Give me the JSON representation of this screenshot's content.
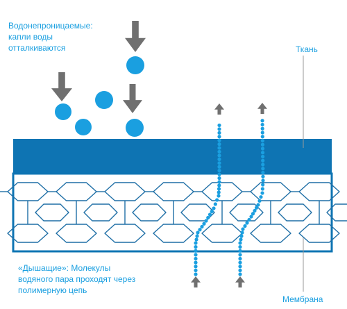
{
  "labels": {
    "waterproof": "Водонепроницаемые:\nкапли воды\nотталкиваются",
    "fabric": "Ткань",
    "breathable": "«Дышащие»: Молекулы\nводяного пара проходят через\nполимерную цепь",
    "membrane": "Мембрана"
  },
  "colors": {
    "accent": "#1a9fe0",
    "fabric_fill": "#0e74b3",
    "arrow_gray": "#707070",
    "membrane_stroke": "#1f6fa6",
    "guide_line": "#9a9a9a"
  },
  "icons": [
    "down-arrow-icon",
    "up-arrow-icon",
    "water-drop-icon",
    "vapor-chain-icon"
  ]
}
